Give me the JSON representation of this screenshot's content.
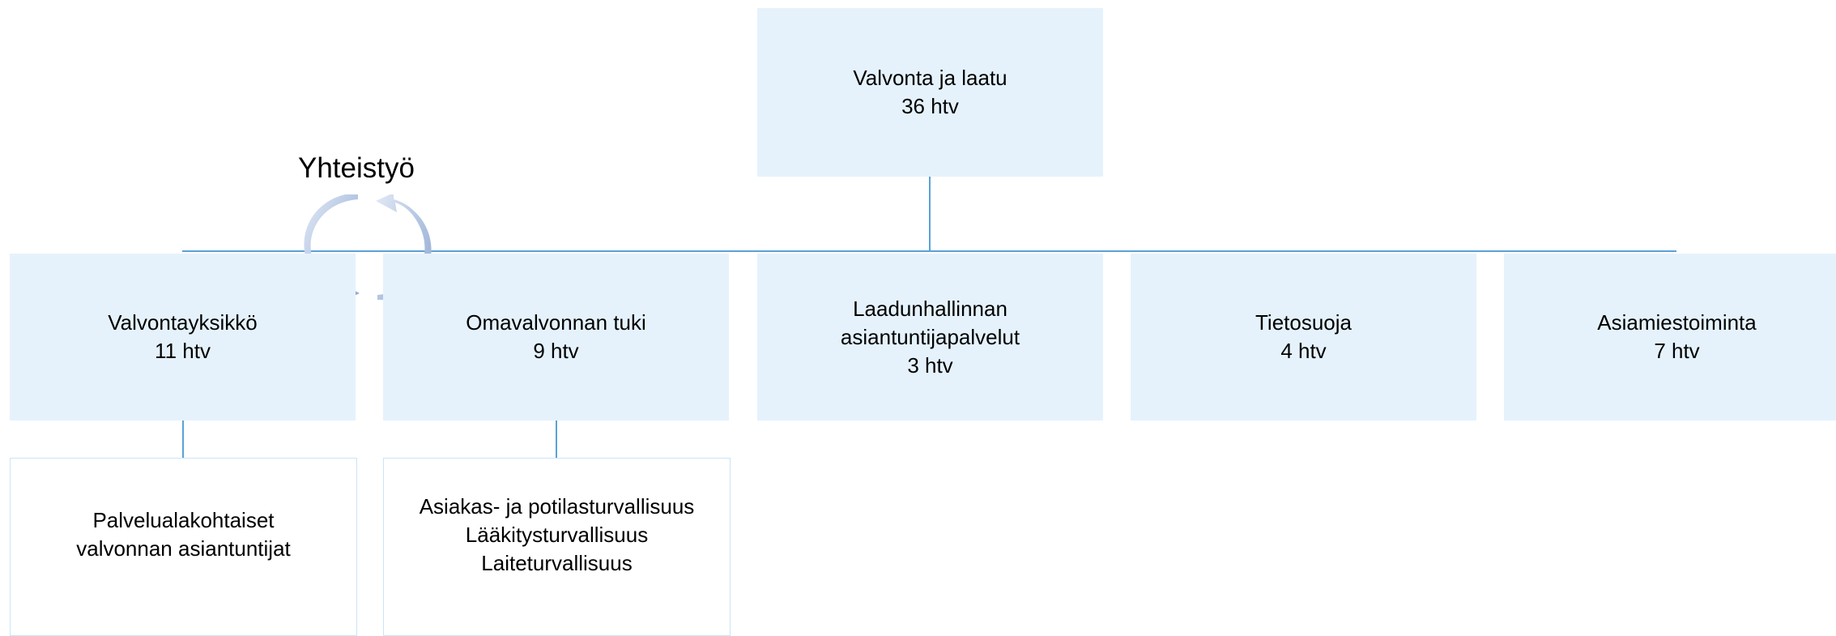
{
  "top": {
    "title": "Valvonta ja laatu",
    "value": "36 htv"
  },
  "collaboration_label": "Yhteistyö",
  "units": [
    {
      "title": "Valvontayksikkö",
      "value": "11 htv"
    },
    {
      "title": "Omavalvonnan tuki",
      "value": "9 htv"
    },
    {
      "title_line1": "Laadunhallinnan",
      "title_line2": "asiantuntijapalvelut",
      "value": "3 htv"
    },
    {
      "title": "Tietosuoja",
      "value": "4 htv"
    },
    {
      "title": "Asiamiestoiminta",
      "value": "7 htv"
    }
  ],
  "sub_units": [
    {
      "lines": [
        "Palvelualakohtaiset",
        "valvonnan asiantuntijat"
      ]
    },
    {
      "lines": [
        "Asiakas- ja potilasturvallisuus",
        "Lääkitysturvallisuus",
        "Laiteturvallisuus"
      ]
    }
  ],
  "colors": {
    "box_fill": "#e5f2fc",
    "connector": "#5aa2d6",
    "sub_box_border": "#c9e5f7",
    "cycle_arrow": "#b4c6e3"
  },
  "icons": [
    "cycle-arrows-icon"
  ]
}
